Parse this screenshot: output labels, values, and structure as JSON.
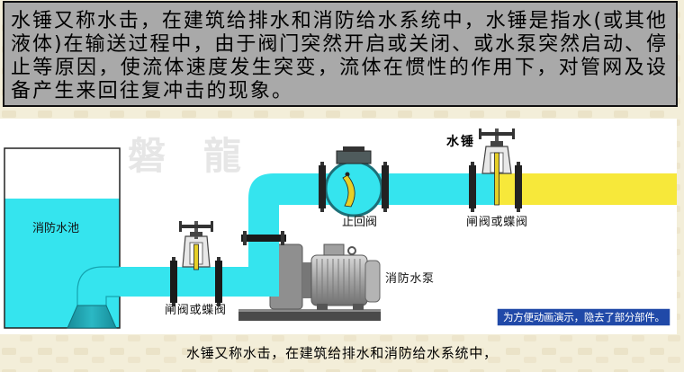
{
  "intro": {
    "lines": [
      "水锤又称水击，在建筑给排水和消防给水系统中，水锤是指水(或其他",
      "液体)在输送过程中，由于阀门突然开启或关闭、或水泵突然启动、停",
      "止等原因，使流体速度发生突变，流体在惯性的作用下，对管网及设",
      "备产生来回往复冲击的现象。"
    ]
  },
  "watermark": "磐龍",
  "diagram": {
    "tank_label": "消防水池",
    "inlet_valve_label": "闸阀或蝶阀",
    "pump_label": "消防水泵",
    "check_valve_label": "止回阀",
    "outlet_valve_label": "闸阀或蝶阀",
    "water_hammer_label": "水锤",
    "note": "为方便动画演示，隐去了部分部件。"
  },
  "caption": "水锤又称水击，在建筑给排水和消防给水系统中，",
  "colors": {
    "water": "#35e4ee",
    "surge_water": "#f7e83a",
    "intro_panel": "#a9a9a9",
    "note_background": "#2049a8"
  }
}
